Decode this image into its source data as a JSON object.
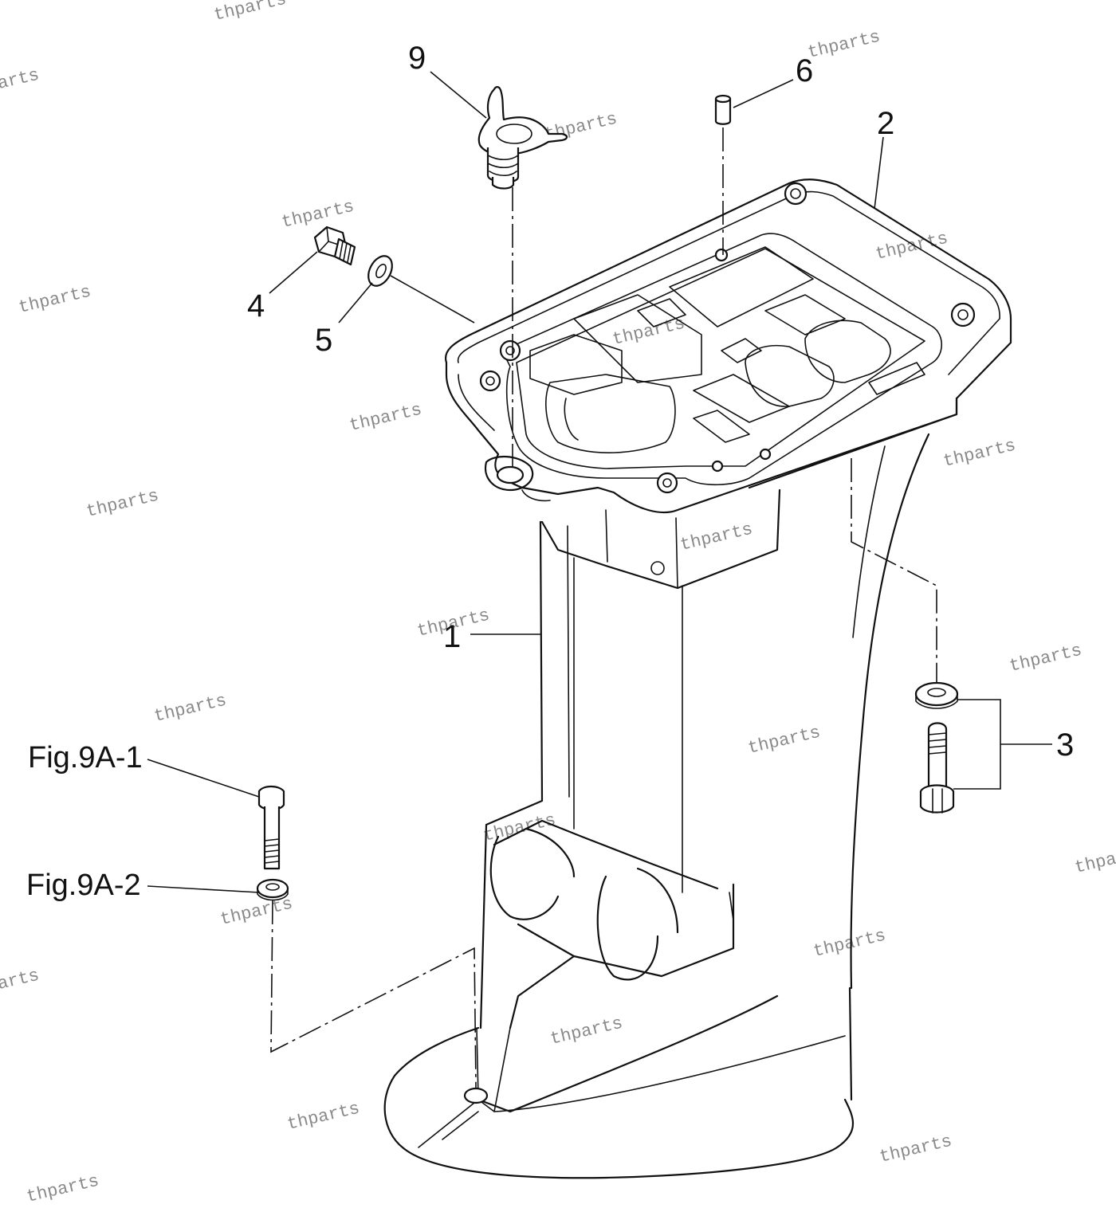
{
  "diagram": {
    "callouts": [
      {
        "id": "1",
        "label": "1"
      },
      {
        "id": "2",
        "label": "2"
      },
      {
        "id": "3",
        "label": "3"
      },
      {
        "id": "4",
        "label": "4"
      },
      {
        "id": "5",
        "label": "5"
      },
      {
        "id": "6",
        "label": "6"
      },
      {
        "id": "9",
        "label": "9"
      }
    ],
    "references": [
      {
        "id": "fig9a1",
        "label": "Fig.9A-1"
      },
      {
        "id": "fig9a2",
        "label": "Fig.9A-2"
      }
    ],
    "watermark": "thparts"
  }
}
